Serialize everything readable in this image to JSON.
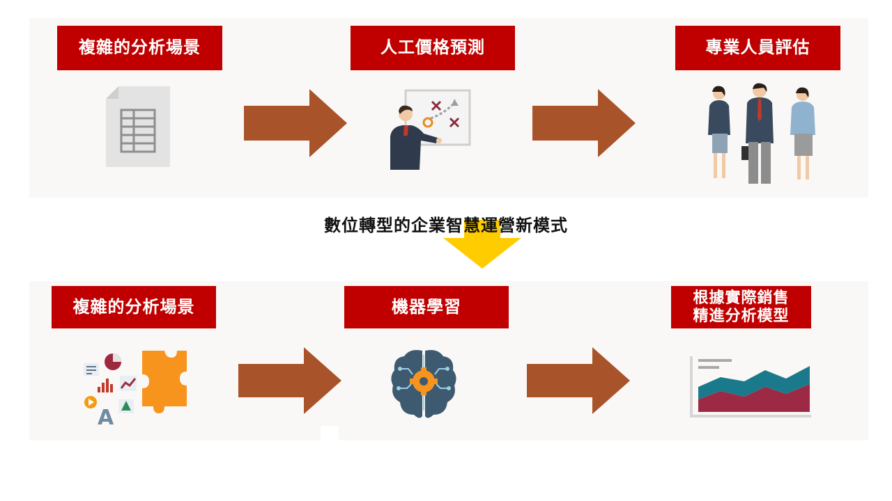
{
  "top_row": {
    "step1": "複雜的分析場景",
    "step2": "人工價格預測",
    "step3": "專業人員評估"
  },
  "center_title": "數位轉型的企業智慧運營新模式",
  "bottom_row": {
    "step1": "複雜的分析場景",
    "step2": "機器學習",
    "step3": "根據實際銷售\n精進分析模型"
  },
  "colors": {
    "label_bg": "#c00000",
    "arrow": "#a8532a",
    "down_arrow": "#ffcc00",
    "panel_bg": "#faf8f6"
  },
  "icons": {
    "top": [
      "spreadsheet-icon",
      "presenter-whiteboard-icon",
      "professionals-group-icon"
    ],
    "bottom": [
      "data-puzzle-icon",
      "brain-gear-icon",
      "area-chart-icon"
    ]
  }
}
